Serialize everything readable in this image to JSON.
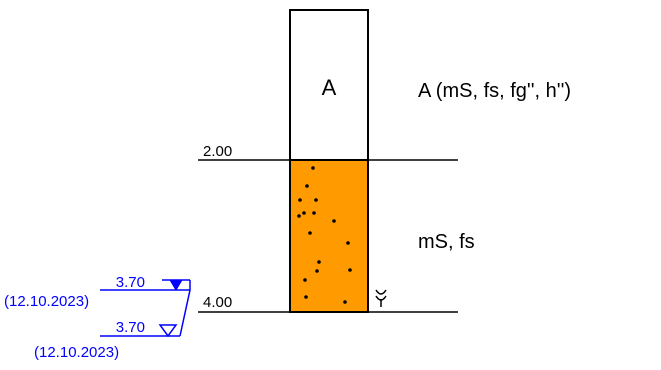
{
  "layers": [
    {
      "code": "A",
      "description": "A (mS, fs, fg'', h'')",
      "fill": "#ffffff"
    },
    {
      "code": "",
      "description": "mS, fs",
      "fill": "#ff9b00"
    }
  ],
  "depths": {
    "d1": "2.00",
    "d2": "4.00"
  },
  "water_levels": [
    {
      "depth": "3.70",
      "date": "(12.10.2023)",
      "kind": "filled"
    },
    {
      "depth": "3.70",
      "date": "(12.10.2023)",
      "kind": "open"
    }
  ],
  "colors": {
    "stroke": "#000000",
    "water": "#0000ff",
    "sand": "#ff9b00"
  },
  "symbols": {
    "moisture": "moist-symbol-icon"
  }
}
